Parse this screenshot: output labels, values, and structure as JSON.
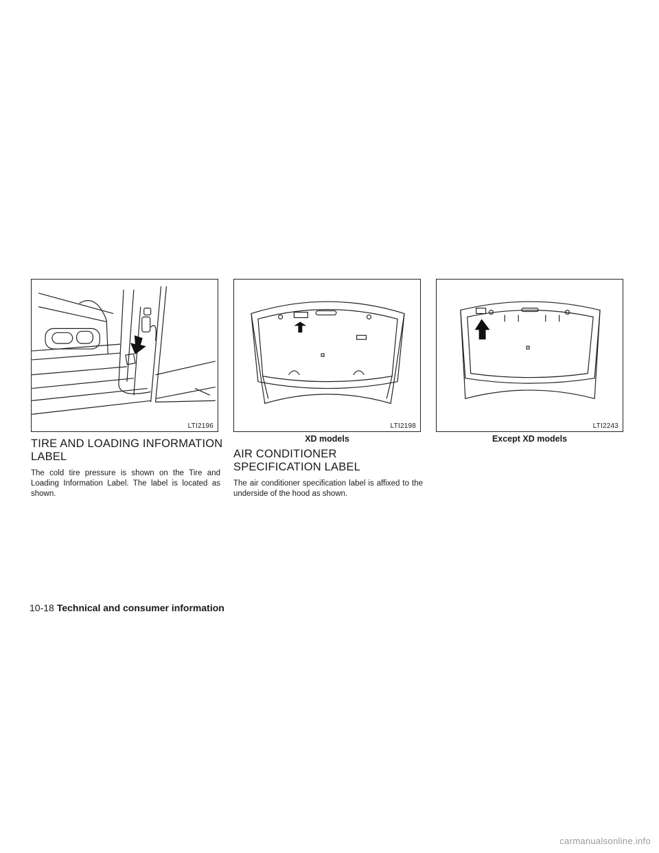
{
  "figures": [
    {
      "code": "LTI2196",
      "caption": ""
    },
    {
      "code": "LTI2198",
      "caption": "XD models"
    },
    {
      "code": "LTI2243",
      "caption": "Except XD models"
    }
  ],
  "sections": [
    {
      "heading": "TIRE AND LOADING INFORMATION LABEL",
      "body": "The cold tire pressure is shown on the Tire and Loading Information Label. The label is located as shown."
    },
    {
      "heading": "AIR CONDITIONER SPECIFICATION LABEL",
      "body": "The air conditioner specification label is affixed to the underside of the hood as shown."
    }
  ],
  "footer": {
    "page_number": "10-18",
    "chapter_title": "Technical and consumer information"
  },
  "watermark": "carmanualsonline.info"
}
